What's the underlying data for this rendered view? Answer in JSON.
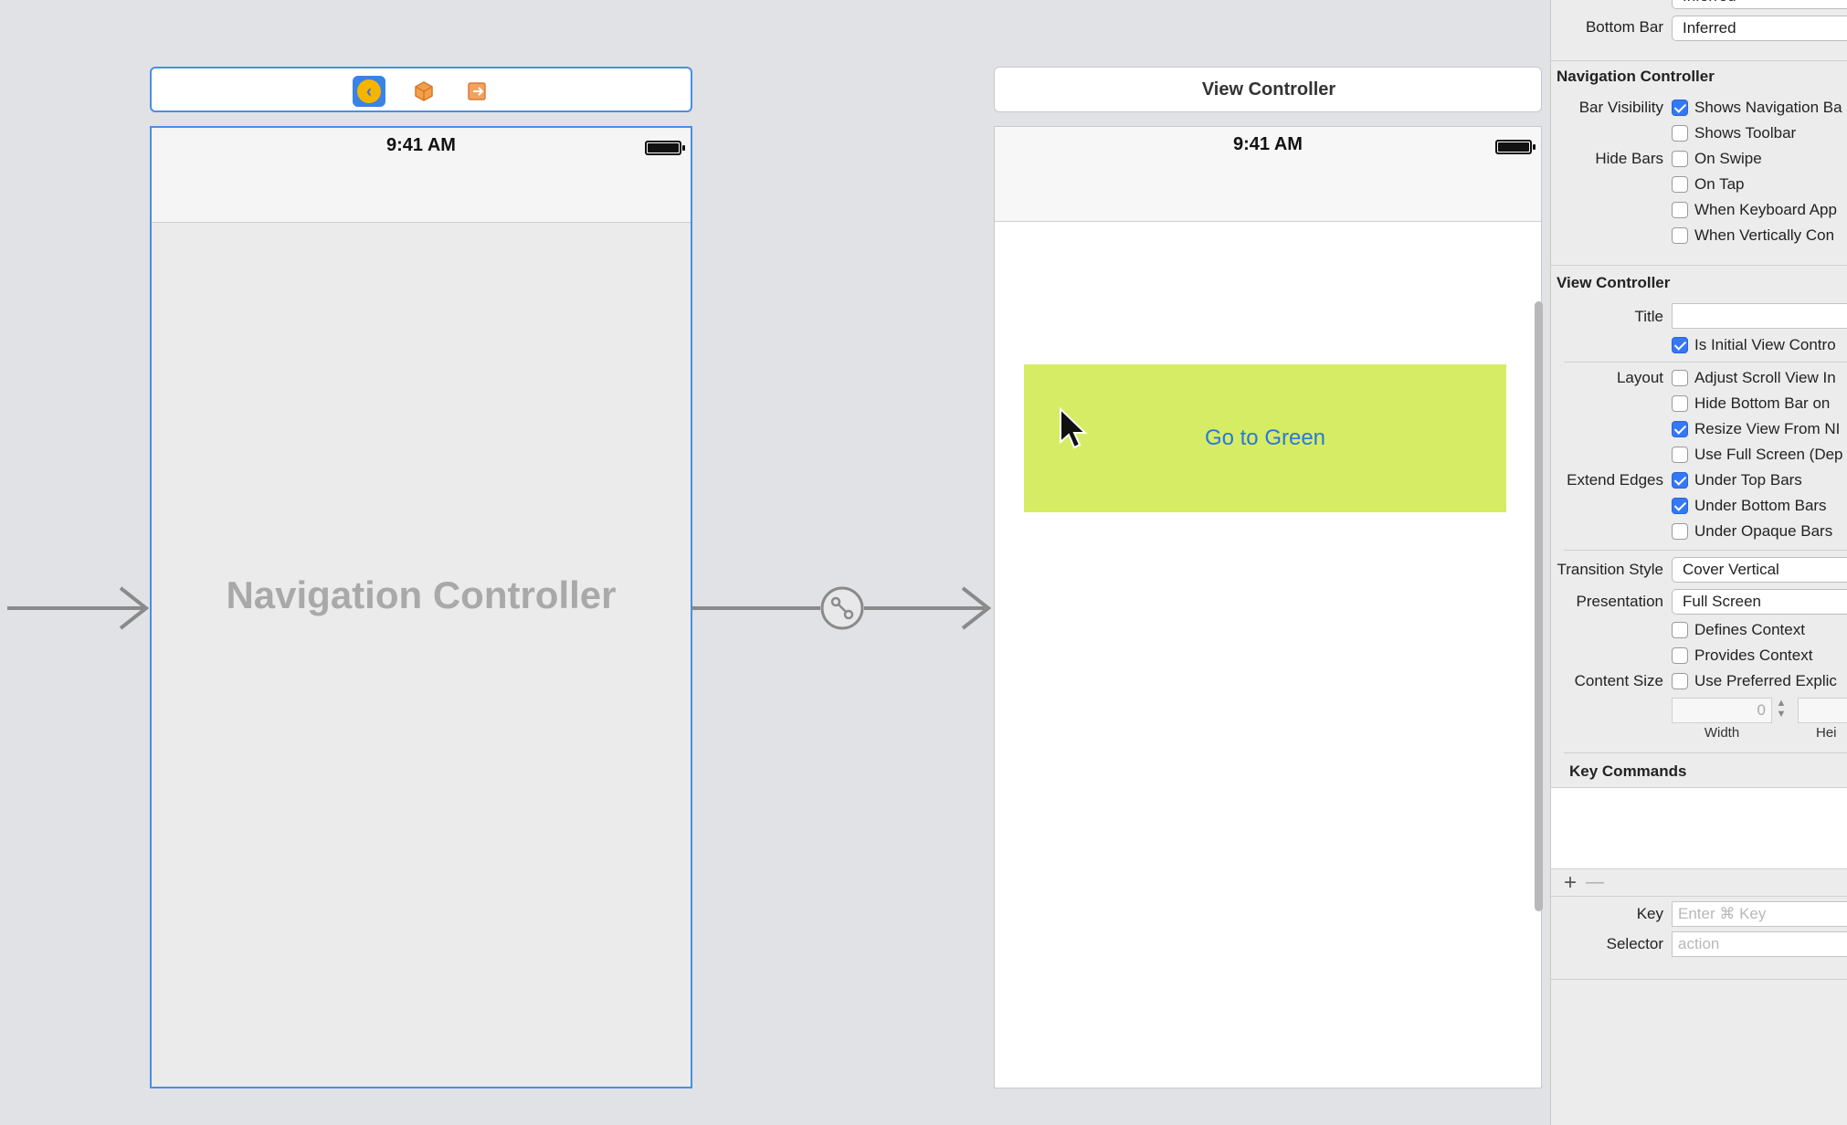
{
  "canvas": {
    "nav_scene": {
      "status_time": "9:41 AM",
      "label": "Navigation Controller"
    },
    "vc_scene": {
      "title": "View Controller",
      "status_time": "9:41 AM",
      "button_label": "Go to Green",
      "button_color": "#d6ec64"
    }
  },
  "inspector": {
    "bottom_bar": {
      "label": "Bottom Bar",
      "value": "Inferred"
    },
    "navigation_controller": {
      "heading": "Navigation Controller",
      "bar_visibility_label": "Bar Visibility",
      "shows_navigation_bar": "Shows Navigation Ba",
      "shows_toolbar": "Shows Toolbar",
      "hide_bars_label": "Hide Bars",
      "on_swipe": "On Swipe",
      "on_tap": "On Tap",
      "when_keyboard": "When Keyboard App",
      "when_vertically": "When Vertically Con"
    },
    "view_controller": {
      "heading": "View Controller",
      "title_label": "Title",
      "title_value": "",
      "is_initial": "Is Initial View Contro",
      "layout_label": "Layout",
      "adjust_scroll": "Adjust Scroll View In",
      "hide_bottom_bar": "Hide Bottom Bar on",
      "resize_view": "Resize View From NI",
      "use_full_screen": "Use Full Screen (Dep",
      "extend_edges_label": "Extend Edges",
      "under_top_bars": "Under Top Bars",
      "under_bottom_bars": "Under Bottom Bars",
      "under_opaque_bars": "Under Opaque Bars",
      "transition_style_label": "Transition Style",
      "transition_style_value": "Cover Vertical",
      "presentation_label": "Presentation",
      "presentation_value": "Full Screen",
      "defines_context": "Defines Context",
      "provides_context": "Provides Context",
      "content_size_label": "Content Size",
      "use_preferred": "Use Preferred Explic",
      "width_value": "0",
      "width_label": "Width",
      "height_label": "Hei"
    },
    "key_commands": {
      "heading": "Key Commands",
      "add": "+",
      "remove": "—",
      "key_label": "Key",
      "key_placeholder": "Enter ⌘ Key",
      "selector_label": "Selector",
      "selector_placeholder": "action"
    }
  }
}
